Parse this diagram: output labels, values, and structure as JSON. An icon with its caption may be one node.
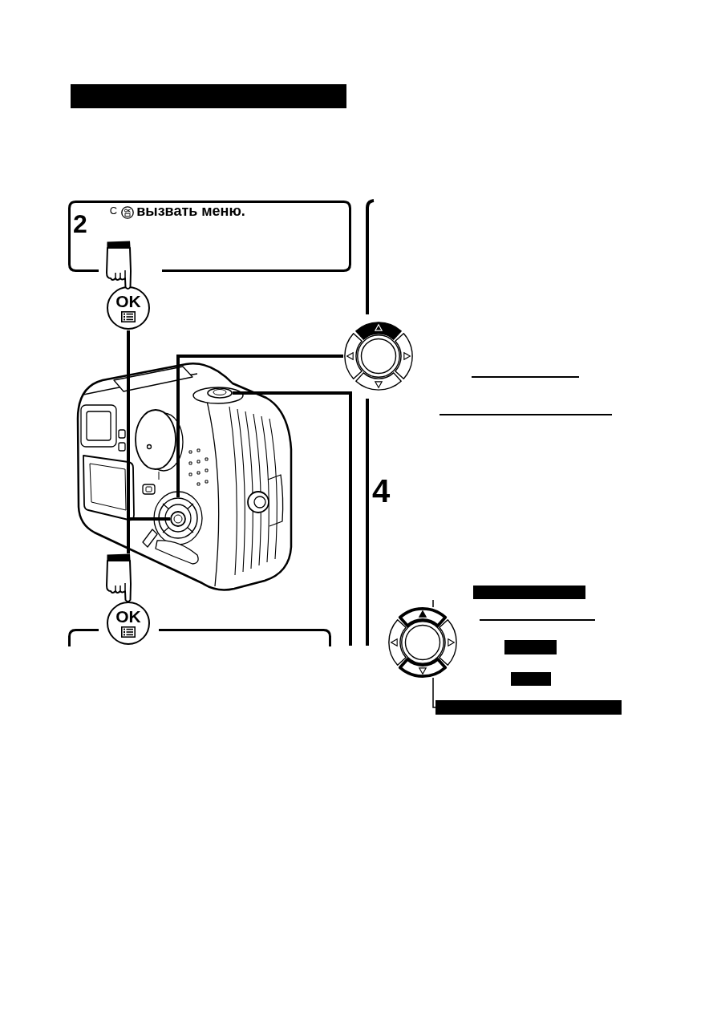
{
  "diagram": {
    "nodes": [
      {
        "text": [
          "2",
          "С",
          "вызвать меню."
        ]
      },
      {
        "text": [
          "OK"
        ]
      },
      {
        "text": [],
        "shape": "picture"
      },
      {
        "text": [],
        "shape": "circle",
        "in": 2
      },
      {
        "text": [],
        "shape": "circle",
        "in": 3
      },
      {
        "text": [],
        "shape": "circle",
        "in": 2
      },
      {
        "text": [],
        "shape": "picture"
      },
      {
        "text": [
          "OK"
        ]
      },
      {
        "text": [],
        "shape": "box"
      },
      {
        "text": [],
        "shape": "picture"
      },
      {
        "text": [],
        "shape": "bar"
      }
    ],
    "edges": [
      {
        "from": 1,
        "to": 4,
        "arrow": "none"
      },
      {
        "from": 7,
        "to": 4,
        "arrow": "none"
      },
      {
        "from": 6,
        "to": 3,
        "arrow": "none"
      },
      {
        "from": 5,
        "to": null,
        "arrow": "none"
      },
      {
        "from": 9,
        "to": 10,
        "arrow": "none"
      },
      {
        "from": null,
        "to": 9,
        "arrow": "none"
      }
    ],
    "labels": [
      "4"
    ]
  }
}
